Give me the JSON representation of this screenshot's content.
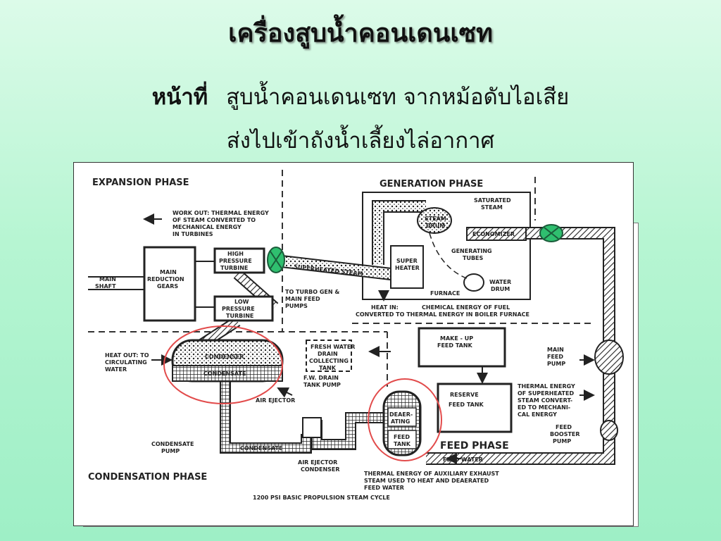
{
  "slide": {
    "title": "เครื่องสูบน้ำคอนเดนเซท",
    "duty_label": "หน้าที่",
    "duty_text": "สูบน้ำคอนเดนเซท จากหม้อดับไอเสีย",
    "duty_text_2": "ส่งไปเข้าถังน้ำเลี้ยงไล่อากาศ"
  },
  "diagram": {
    "phases": {
      "expansion": "EXPANSION PHASE",
      "generation": "GENERATION PHASE",
      "condensation": "CONDENSATION PHASE",
      "feed": "FEED PHASE"
    },
    "labels": {
      "saturated_steam_1": "SATURATED",
      "saturated_steam_2": "STEAM",
      "steam_drum_1": "STEAM",
      "steam_drum_2": "DRUM",
      "economizer": "ECONOMIZER",
      "generating_tubes_1": "GENERATING",
      "generating_tubes_2": "TUBES",
      "super_heater_1": "SUPER",
      "super_heater_2": "HEATER",
      "water_drum_1": "WATER",
      "water_drum_2": "DRUM",
      "furnace": "FURNACE",
      "work_out_1": "WORK OUT: THERMAL ENERGY",
      "work_out_2": "OF STEAM CONVERTED TO",
      "work_out_3": "MECHANICAL ENERGY",
      "work_out_4": "IN TURBINES",
      "hp_turbine_1": "HIGH",
      "hp_turbine_2": "PRESSURE",
      "hp_turbine_3": "TURBINE",
      "lp_turbine_1": "LOW",
      "lp_turbine_2": "PRESSURE",
      "lp_turbine_3": "TURBINE",
      "main_shaft_1": "MAIN",
      "main_shaft_2": "SHAFT",
      "reduction_gears_1": "MAIN",
      "reduction_gears_2": "REDUCTION",
      "reduction_gears_3": "GEARS",
      "superheated_steam": "SUPERHEATED STEAM",
      "turbo_gen_1": "TO TURBO GEN &",
      "turbo_gen_2": "MAIN FEED",
      "turbo_gen_3": "PUMPS",
      "heat_in_1": "HEAT IN:",
      "heat_in_2": "CHEMICAL ENERGY OF FUEL",
      "heat_in_3": "CONVERTED TO THERMAL ENERGY IN BOILER FURNACE",
      "makeup_1": "MAKE - UP",
      "makeup_2": "FEED TANK",
      "heat_out_1": "HEAT OUT: TO",
      "heat_out_2": "CIRCULATING",
      "heat_out_3": "WATER",
      "condenser": "CONDENSER",
      "condensate": "CONDENSATE",
      "fresh_water_1": "FRESH WATER",
      "fresh_water_2": "DRAIN",
      "fresh_water_3": "COLLECTING",
      "fresh_water_4": "TANK",
      "fw_drain_1": "F.W. DRAIN",
      "fw_drain_2": "TANK PUMP",
      "air_ejector": "AIR EJECTOR",
      "reserve_1": "RESERVE",
      "reserve_2": "FEED TANK",
      "main_feed_1": "MAIN",
      "main_feed_2": "FEED",
      "main_feed_3": "PUMP",
      "thermal_1": "THERMAL ENERGY",
      "thermal_2": "OF SUPERHEATED",
      "thermal_3": "STEAM CONVERT-",
      "thermal_4": "ED TO MECHANI-",
      "thermal_5": "CAL ENERGY",
      "booster_1": "FEED",
      "booster_2": "BOOSTER",
      "booster_3": "PUMP",
      "deaer_1": "DEAER-",
      "deaer_2": "ATING",
      "deaer_3": "FEED",
      "deaer_4": "TANK",
      "cond_pump_1": "CONDENSATE",
      "cond_pump_2": "PUMP",
      "condensate_pipe": "CONDENSATE",
      "ae_cond_1": "AIR EJECTOR",
      "ae_cond_2": "CONDENSER",
      "feed_water": "FEED WATER",
      "aux_1": "THERMAL ENERGY OF AUXILIARY EXHAUST",
      "aux_2": "STEAM USED TO HEAT AND DEAERATED",
      "aux_3": "FEED WATER",
      "caption": "1200 PSI BASIC PROPULSION STEAM CYCLE"
    }
  },
  "colors": {
    "valve_green": "#2fbf6f",
    "highlight_red": "#e24b4b",
    "background": "#b6f5d2"
  }
}
